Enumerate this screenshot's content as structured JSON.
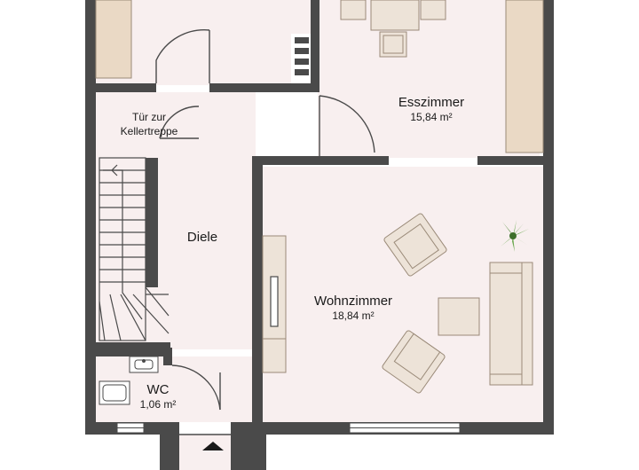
{
  "rooms": {
    "esszimmer": {
      "name": "Esszimmer",
      "area": "15,84 m²"
    },
    "wohnzimmer": {
      "name": "Wohnzimmer",
      "area": "18,84 m²"
    },
    "diele": {
      "name": "Diele"
    },
    "wc": {
      "name": "WC",
      "area": "1,06 m²"
    }
  },
  "annotations": {
    "basement_door_line1": "Tür zur",
    "basement_door_line2": "Kellertreppe"
  },
  "colors": {
    "wall": "#4a4a4a",
    "floor": "#f8efef",
    "furniture_fill": "#ede3d8",
    "furniture_stroke": "#9a8a78",
    "cabinet": "#ead9c5",
    "plant": "#6aa84f"
  },
  "icons": [
    "entrance-arrow-icon",
    "plant-icon"
  ]
}
